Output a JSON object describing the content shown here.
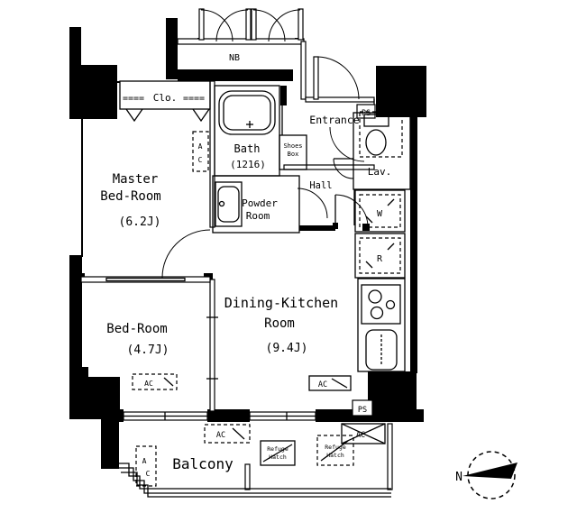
{
  "floor_plan": {
    "compass": {
      "north_label": "N"
    },
    "outdoor": {
      "nb_label": "NB",
      "balcony_label": "Balcony",
      "ps_top_label": "PS",
      "ps_bottom_label": "PS",
      "refuge_hatch_left": {
        "line1": "Refuge",
        "line2": "Hatch"
      },
      "refuge_hatch_right": {
        "line1": "Refuge",
        "line2": "Hatch"
      },
      "ac_pad_left_label": "AC",
      "ac_pad_right_label": "AC",
      "ac_pad_vertical": {
        "line1": "A",
        "line2": "C"
      }
    },
    "rooms": {
      "master_bedroom": {
        "line1": "Master",
        "line2": "Bed-Room",
        "area": "(6.2J)"
      },
      "closet": {
        "label": "Clo.",
        "dashes_left": "====",
        "dashes_right": "===="
      },
      "master_ac": {
        "line1": "A",
        "line2": "C"
      },
      "bedroom": {
        "name": "Bed-Room",
        "area": "(4.7J)",
        "ac_label": "AC"
      },
      "dining_kitchen": {
        "line1": "Dining-Kitchen",
        "line2": "Room",
        "area": "(9.4J)",
        "ac_label": "AC"
      },
      "bath": {
        "name": "Bath",
        "size": "(1216)"
      },
      "powder_room": {
        "line1": "Powder",
        "line2": "Room"
      },
      "entrance": {
        "name": "Entrance"
      },
      "shoes_box": {
        "line1": "Shoes",
        "line2": "Box"
      },
      "hall": {
        "name": "Hall"
      },
      "lavatory": {
        "name": "Lav."
      },
      "washer_label": "W",
      "fridge_label": "R"
    }
  }
}
